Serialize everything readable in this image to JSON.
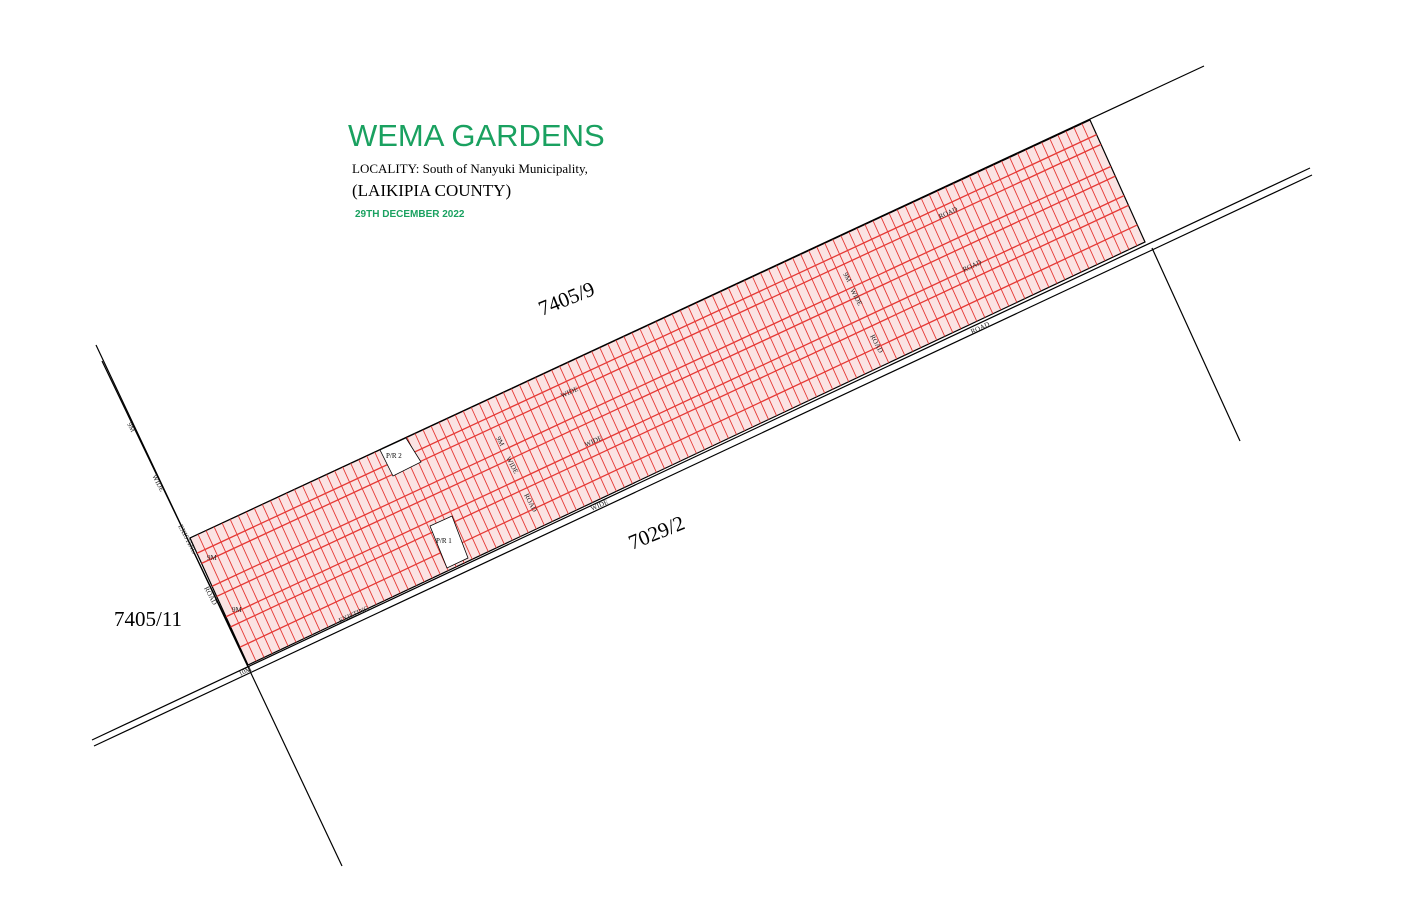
{
  "title": {
    "name": "WEMA GARDENS",
    "locality": "LOCALITY: South of Nanyuki Municipality,",
    "county": "(LAIKIPIA COUNTY)",
    "date": "29TH DECEMBER 2022"
  },
  "parcels": {
    "north": "7405/9",
    "south": "7029/2",
    "west": "7405/11"
  },
  "public_reserves": {
    "pr1": "P/R 1",
    "pr2": "P/R 2"
  },
  "road_labels": {
    "wide": "WIDE",
    "road": "ROAD",
    "existing": "EXISTING",
    "nine_m": "9M",
    "ten_m": "10M"
  },
  "colors": {
    "title_green": "#1aa160",
    "plot_line_red": "#e53935",
    "plot_fill_pink": "#fbe3e3",
    "boundary_black": "#000000"
  }
}
